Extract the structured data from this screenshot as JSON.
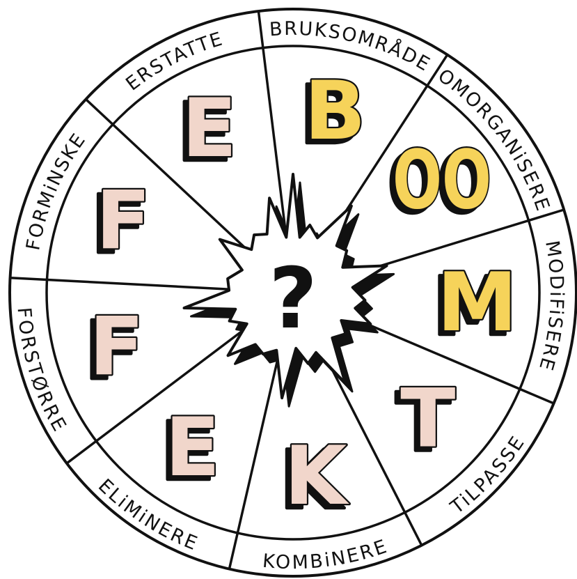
{
  "center": {
    "symbol": "?",
    "icon": "starburst-icon"
  },
  "colors": {
    "yellow": "#F6D35A",
    "pink": "#F1D6CB",
    "outline": "#111111",
    "background": "#FFFFFF"
  },
  "segments": [
    {
      "id": "b",
      "letter": "B",
      "label": "BRUKSOMRÅDE",
      "color": "#F6D35A"
    },
    {
      "id": "oo",
      "letter": "OO",
      "label": "OMORGANiSERE",
      "color": "#F6D35A"
    },
    {
      "id": "m",
      "letter": "M",
      "label": "MODiFiSERE",
      "color": "#F6D35A"
    },
    {
      "id": "t",
      "letter": "T",
      "label": "TiLPASSE",
      "color": "#F1D6CB"
    },
    {
      "id": "k",
      "letter": "K",
      "label": "KOMBiNERE",
      "color": "#F1D6CB"
    },
    {
      "id": "e2",
      "letter": "E",
      "label": "ELiMiNERE",
      "color": "#F1D6CB"
    },
    {
      "id": "f2",
      "letter": "F",
      "label": "FORSTØRRE",
      "color": "#F1D6CB"
    },
    {
      "id": "f1",
      "letter": "F",
      "label": "FORMiNSKE",
      "color": "#F1D6CB"
    },
    {
      "id": "e1",
      "letter": "E",
      "label": "ERSTATTE",
      "color": "#F1D6CB"
    }
  ]
}
